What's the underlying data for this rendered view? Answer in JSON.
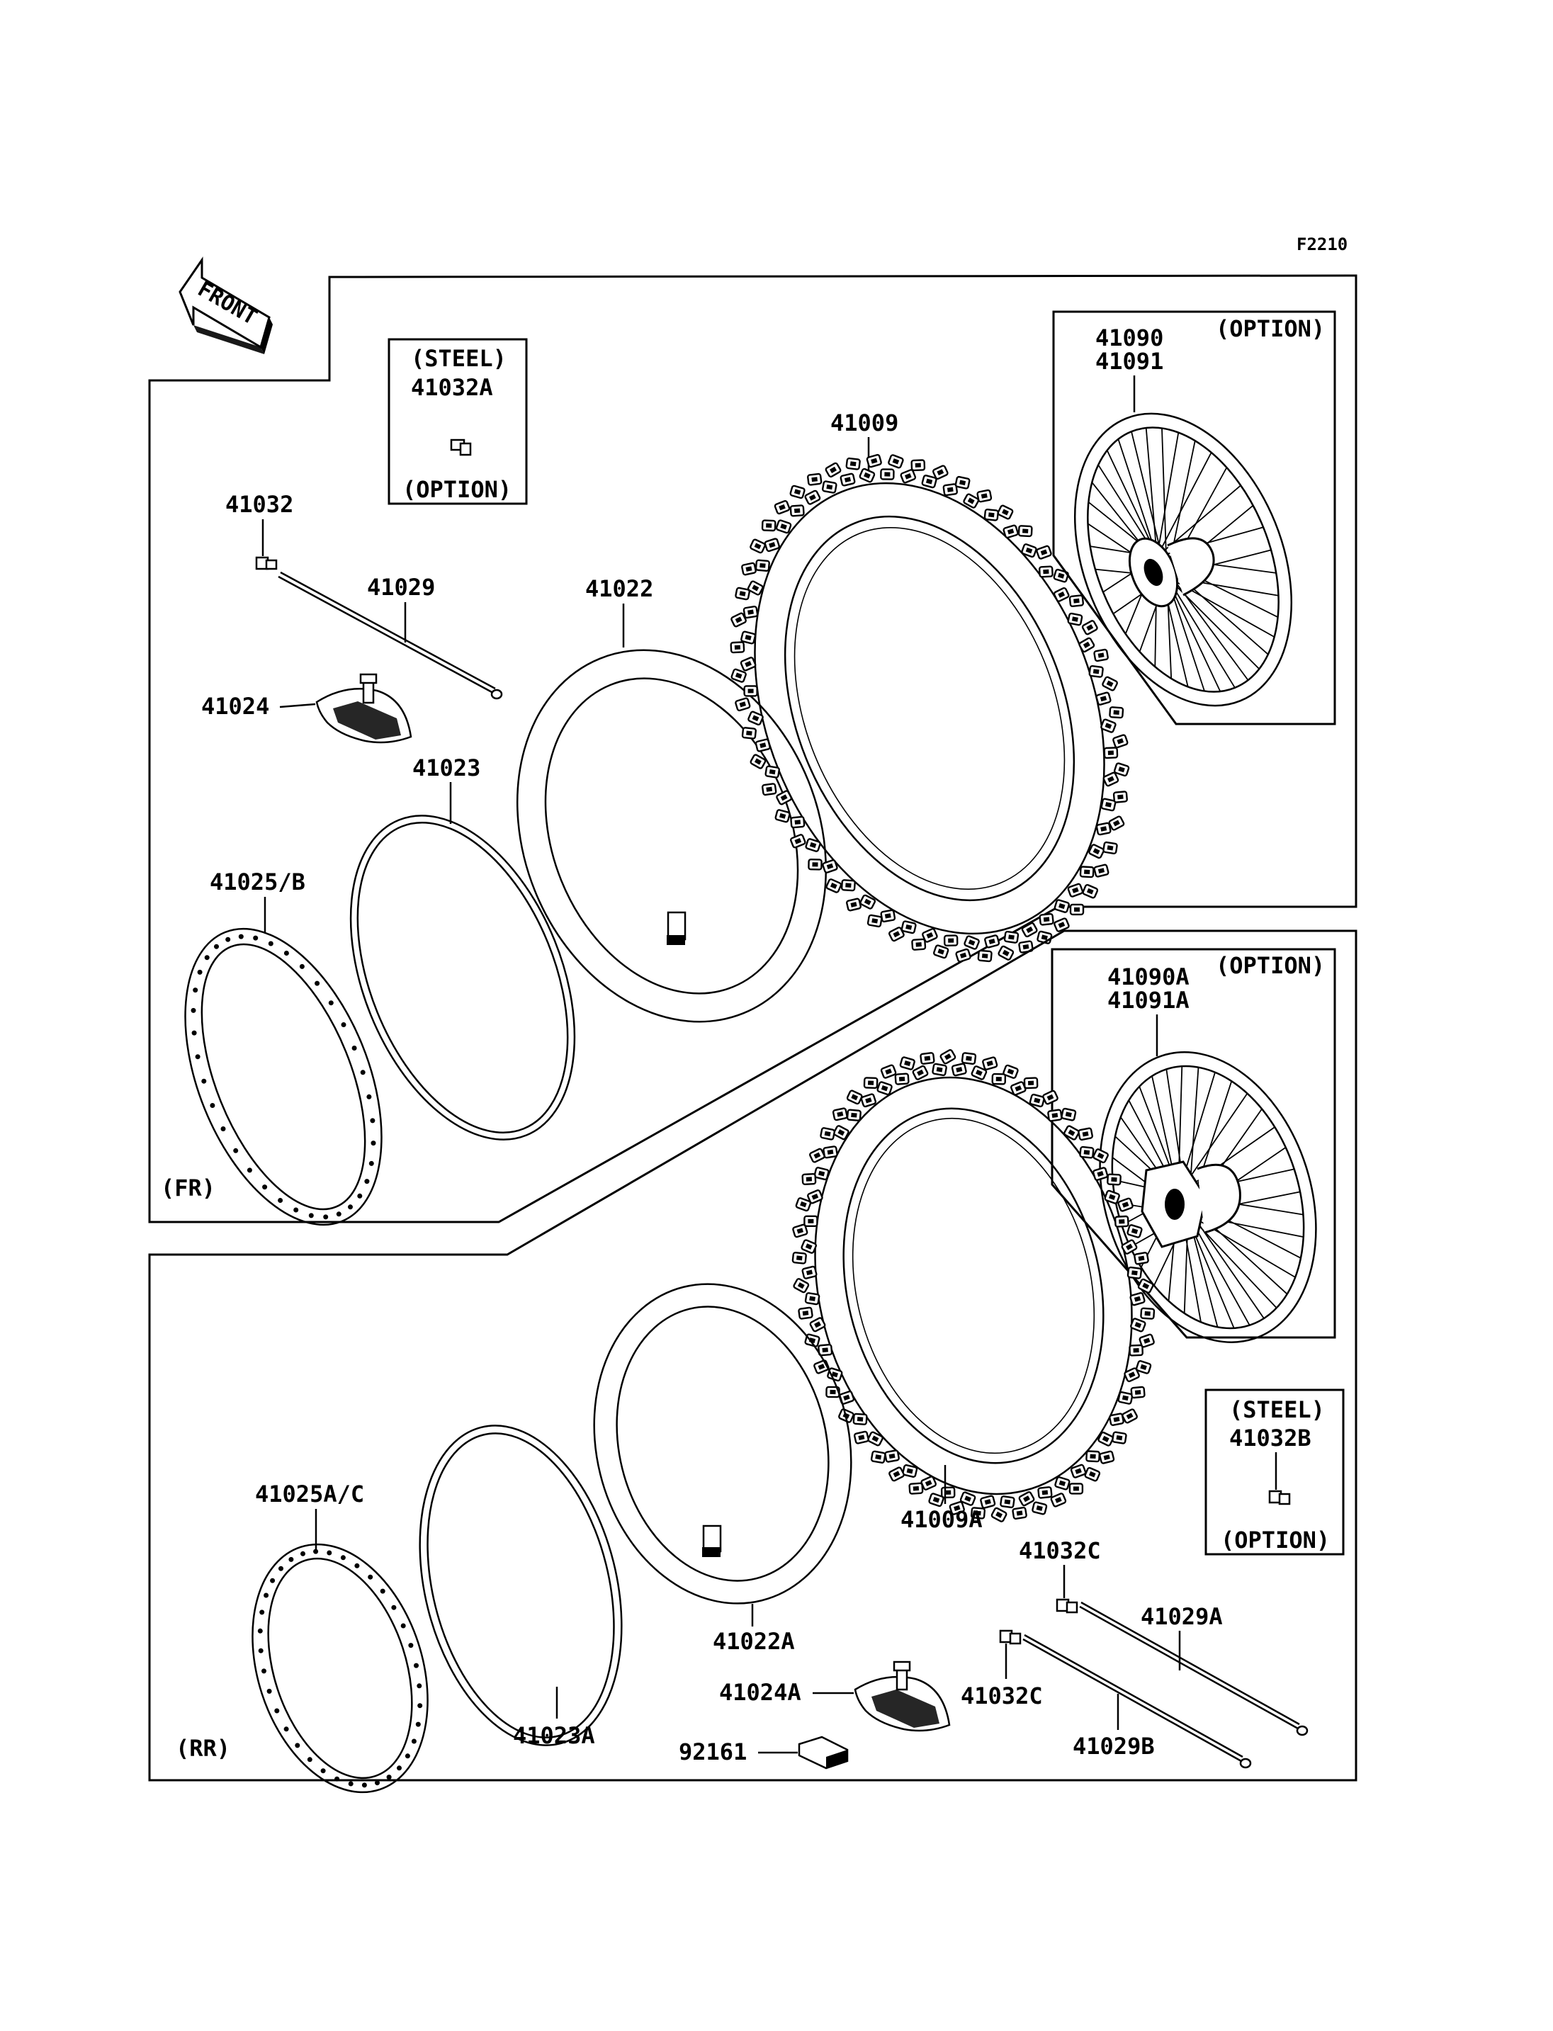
{
  "figure_code": "F2210",
  "front_arrow": {
    "label": "FRONT",
    "icon": "front-direction-arrow-icon"
  },
  "front_section": {
    "tag": "(FR)",
    "parts": {
      "p41032": "41032",
      "p41029": "41029",
      "p41024": "41024",
      "p41023": "41023",
      "p41022": "41022",
      "p41025B": "41025/B",
      "p41009": "41009",
      "wheel_a": "41090",
      "wheel_b": "41091"
    },
    "steel_box": {
      "title": "(STEEL)",
      "part": "41032A",
      "note": "(OPTION)"
    },
    "option_note": "(OPTION)"
  },
  "rear_section": {
    "tag": "(RR)",
    "parts": {
      "p41025AC": "41025A/C",
      "p41023A": "41023A",
      "p41022A": "41022A",
      "p41009A": "41009A",
      "p41024A": "41024A",
      "p92161": "92161",
      "p41032C_top": "41032C",
      "p41032C_bot": "41032C",
      "p41029A": "41029A",
      "p41029B": "41029B",
      "wheel_a": "41090A",
      "wheel_b": "41091A"
    },
    "steel_box": {
      "title": "(STEEL)",
      "part": "41032B",
      "note": "(OPTION)"
    },
    "option_note": "(OPTION)"
  }
}
